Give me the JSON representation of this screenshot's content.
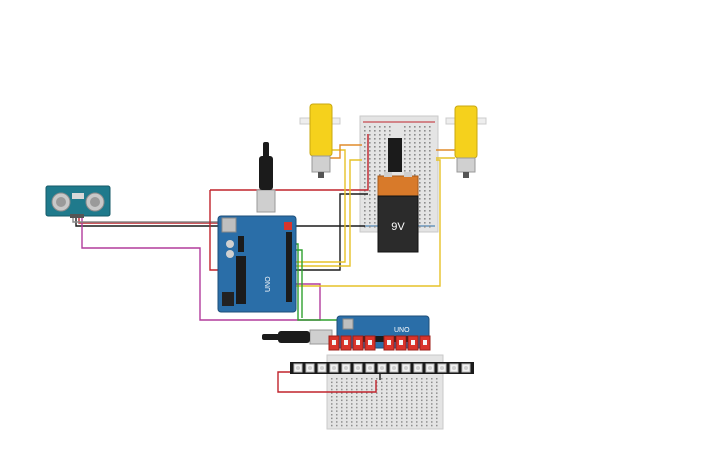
{
  "battery": {
    "label": "9V"
  },
  "arduino_top": {
    "label": "UNO"
  },
  "arduino_bottom": {
    "label": "UNO"
  },
  "colors": {
    "board": "#2a6ea8",
    "board_edge": "#1d4f7a",
    "breadboard": "#e4e4e4",
    "motor": "#f5d11c",
    "battery_top": "#d87a2a",
    "battery_body": "#2b2b2b",
    "sensor": "#1f7a8c",
    "led_red": "#d9342b",
    "neopixel": "#1a1a1a",
    "wire_red": "#c0232c",
    "wire_black": "#1b1b1b",
    "wire_yellow": "#e6c228",
    "wire_green": "#2fa12f",
    "wire_magenta": "#b23c9c",
    "wire_orange": "#e08b2a"
  }
}
